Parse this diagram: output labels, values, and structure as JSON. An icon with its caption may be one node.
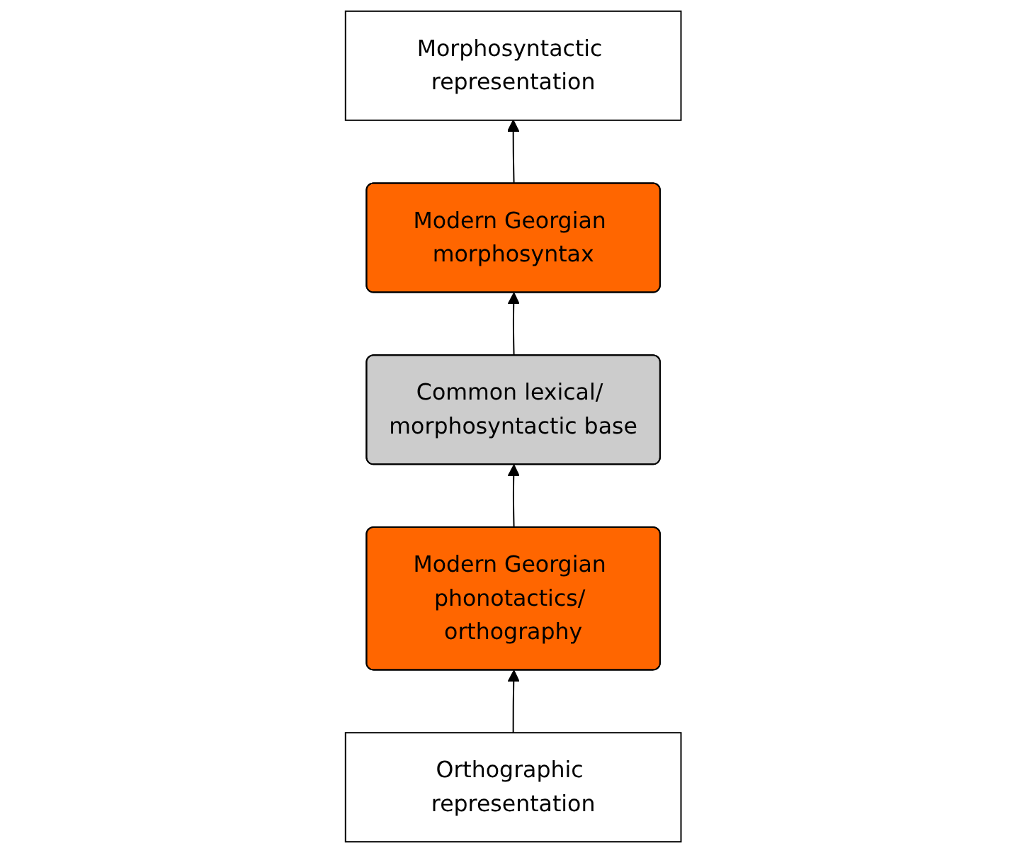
{
  "diagram": {
    "nodes": [
      {
        "text": [
          "Morphosyntactic representation"
        ]
      },
      {
        "text": [
          "Modern Georgian morphosyntax"
        ]
      },
      {
        "text": [
          "Common lexical/ morphosyntactic base"
        ]
      },
      {
        "text": [
          "Modern Georgian phonotactics/ orthography"
        ]
      },
      {
        "text": [
          "Orthographic representation"
        ]
      }
    ],
    "edges": [
      {
        "from": 4,
        "to": 3,
        "arrow": "to"
      },
      {
        "from": 3,
        "to": 2,
        "arrow": "to"
      },
      {
        "from": 2,
        "to": 1,
        "arrow": "to"
      },
      {
        "from": 1,
        "to": 0,
        "arrow": "to"
      }
    ]
  }
}
